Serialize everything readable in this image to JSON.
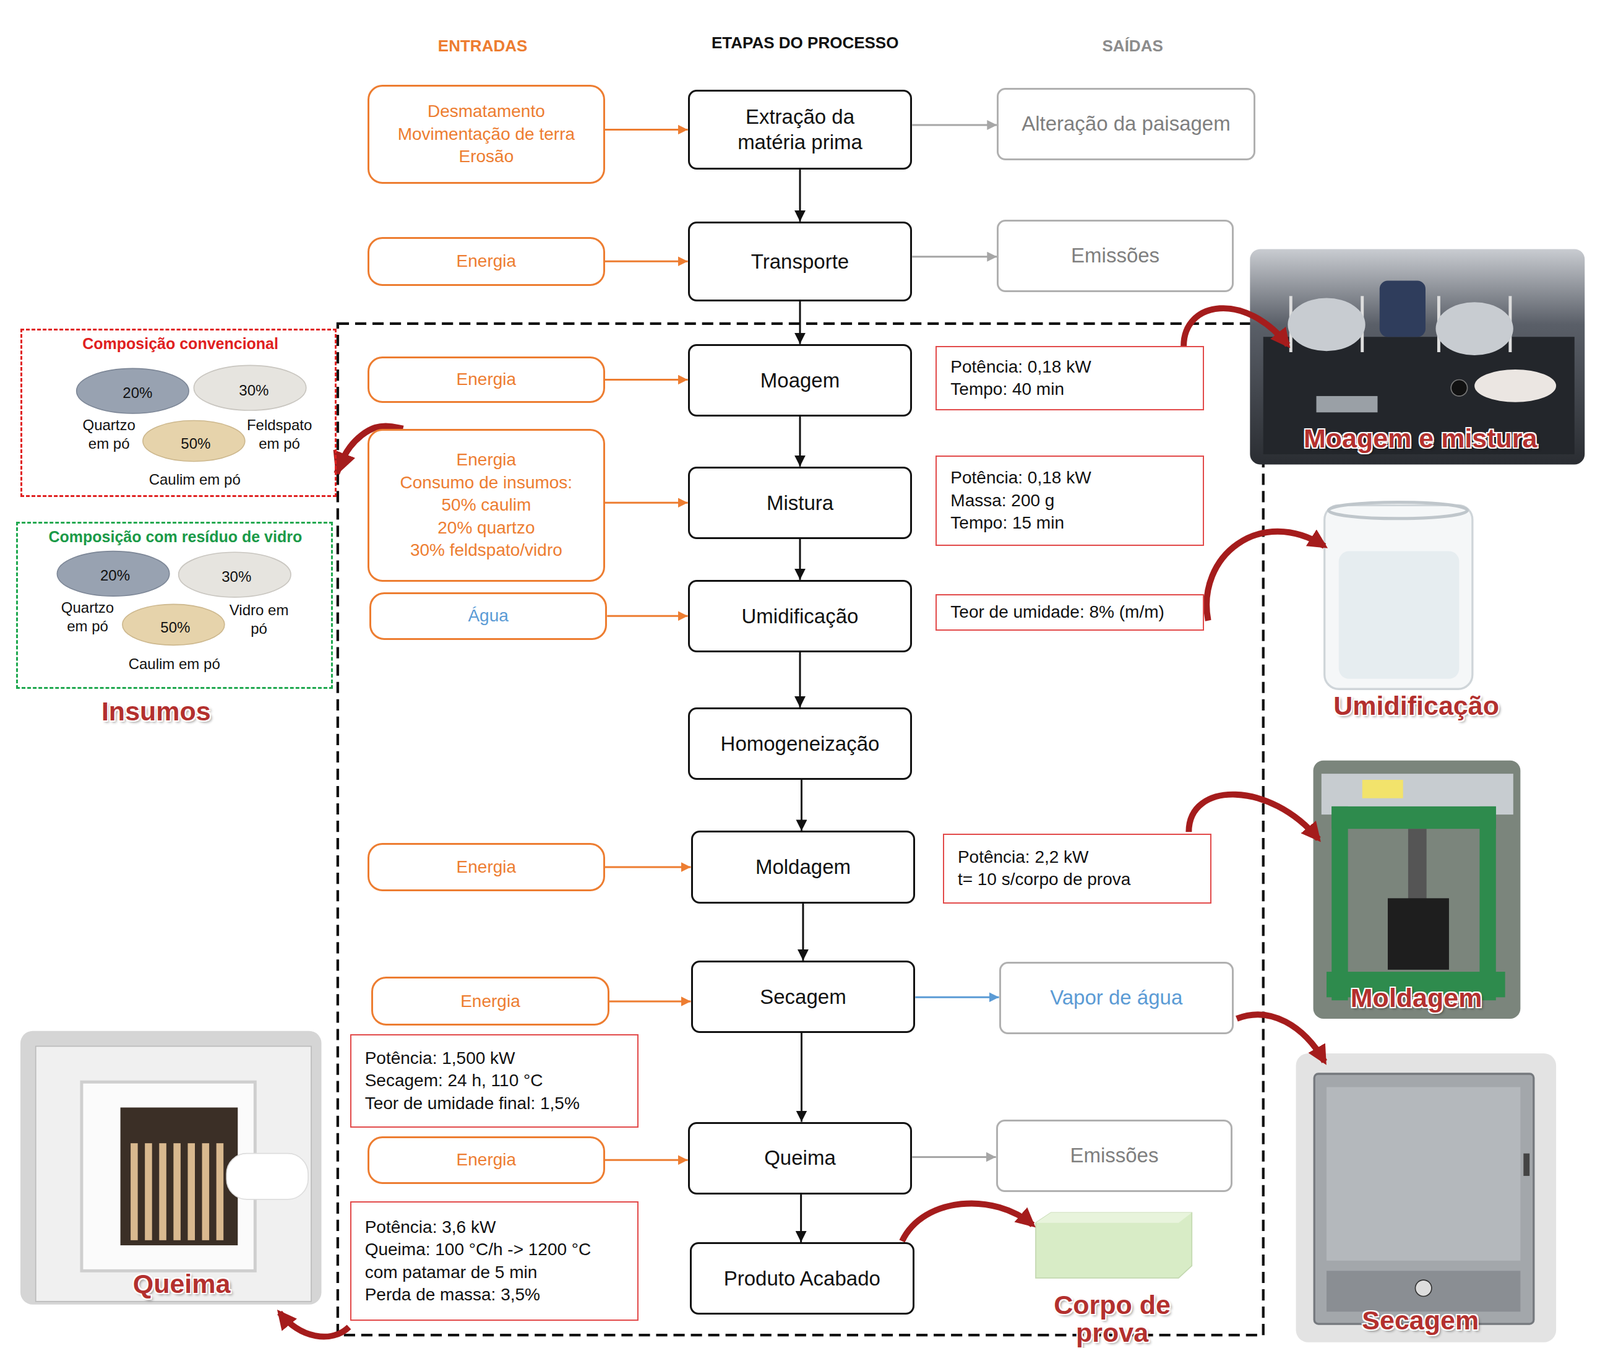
{
  "diagram": {
    "nodes": [
      {
        "text": [
          "Desmatamento",
          "Movimentação de terra",
          "Erosão"
        ]
      },
      {
        "text": [
          "Extração da matéria prima"
        ]
      },
      {
        "text": [
          "Alteração da paisagem"
        ]
      },
      {
        "text": [
          "Energia"
        ]
      },
      {
        "text": [
          "Transporte"
        ]
      },
      {
        "text": [
          "Emissões"
        ]
      },
      {
        "text": [
          "Energia"
        ]
      },
      {
        "text": [
          "Moagem"
        ]
      },
      {
        "text": [
          "Potência: 0,18 kW",
          "Tempo: 40 min"
        ]
      },
      {
        "text": [
          "Energia",
          "Consumo de insumos:",
          "50% caulim",
          "20% quartzo",
          "30% feldspato/vidro"
        ]
      },
      {
        "text": [
          "Mistura"
        ]
      },
      {
        "text": [
          "Potência: 0,18 kW",
          "Massa: 200 g",
          "Tempo: 15 min"
        ]
      },
      {
        "text": [
          "Água"
        ]
      },
      {
        "text": [
          "Umidificação"
        ]
      },
      {
        "text": [
          "Teor de umidade: 8% (m/m)"
        ]
      },
      {
        "text": [
          "Homogeneização"
        ]
      },
      {
        "text": [
          "Energia"
        ]
      },
      {
        "text": [
          "Moldagem"
        ]
      },
      {
        "text": [
          "Potência: 2,2 kW",
          "t= 10 s/corpo de prova"
        ]
      },
      {
        "text": [
          "Energia"
        ]
      },
      {
        "text": [
          "Secagem"
        ]
      },
      {
        "text": [
          "Vapor de água"
        ]
      },
      {
        "text": [
          "Potência: 1,500 kW",
          "Secagem: 24 h, 110 °C",
          "Teor de umidade final: 1,5%"
        ]
      },
      {
        "text": [
          "Energia"
        ]
      },
      {
        "text": [
          "Queima"
        ]
      },
      {
        "text": [
          "Emissões"
        ]
      },
      {
        "text": [
          "Potência: 3,6 kW",
          "Queima: 100 °C/h -> 1200 °C com patamar de 5 min",
          "Perda de massa: 3,5%"
        ]
      },
      {
        "text": [
          "Produto Acabado"
        ]
      },
      {
        "text": [
          "Composição convencional",
          "20%",
          "30%",
          "Quartzo em pó",
          "Feldspato em pó",
          "50%",
          "Caulim em pó"
        ]
      },
      {
        "text": [
          "Composição com resíduo de vidro",
          "20%",
          "30%",
          "Quartzo em pó",
          "Vidro em pó",
          "50%",
          "Caulim em pó"
        ]
      }
    ],
    "edges": [
      {
        "from": 0,
        "to": 1,
        "arrow": "to"
      },
      {
        "from": 1,
        "to": 2,
        "arrow": "to"
      },
      {
        "from": 1,
        "to": 4,
        "arrow": "to"
      },
      {
        "from": 3,
        "to": 4,
        "arrow": "to"
      },
      {
        "from": 4,
        "to": 5,
        "arrow": "to"
      },
      {
        "from": 4,
        "to": 7,
        "arrow": "to"
      },
      {
        "from": 6,
        "to": 7,
        "arrow": "to"
      },
      {
        "from": 7,
        "to": 10,
        "arrow": "to"
      },
      {
        "from": 9,
        "to": 10,
        "arrow": "to"
      },
      {
        "from": 9,
        "to": 28,
        "arrow": "to"
      },
      {
        "from": 10,
        "to": 13,
        "arrow": "to"
      },
      {
        "from": 12,
        "to": 13,
        "arrow": "to"
      },
      {
        "from": 13,
        "to": 15,
        "arrow": "to"
      },
      {
        "from": 15,
        "to": 17,
        "arrow": "to"
      },
      {
        "from": 16,
        "to": 17,
        "arrow": "to"
      },
      {
        "from": 17,
        "to": 20,
        "arrow": "to"
      },
      {
        "from": 19,
        "to": 20,
        "arrow": "to"
      },
      {
        "from": 20,
        "to": 21,
        "arrow": "to"
      },
      {
        "from": 20,
        "to": 24,
        "arrow": "to"
      },
      {
        "from": 23,
        "to": 24,
        "arrow": "to"
      },
      {
        "from": 24,
        "to": 25,
        "arrow": "to"
      },
      {
        "from": 24,
        "to": 27,
        "arrow": "to"
      }
    ],
    "labels": [
      "ENTRADAS",
      "ETAPAS DO PROCESSO",
      "SAÍDAS",
      "Moagem e mistura",
      "Umidificação",
      "Insumos",
      "Moldagem",
      "Queima",
      "Secagem",
      "Corpo de prova"
    ]
  }
}
